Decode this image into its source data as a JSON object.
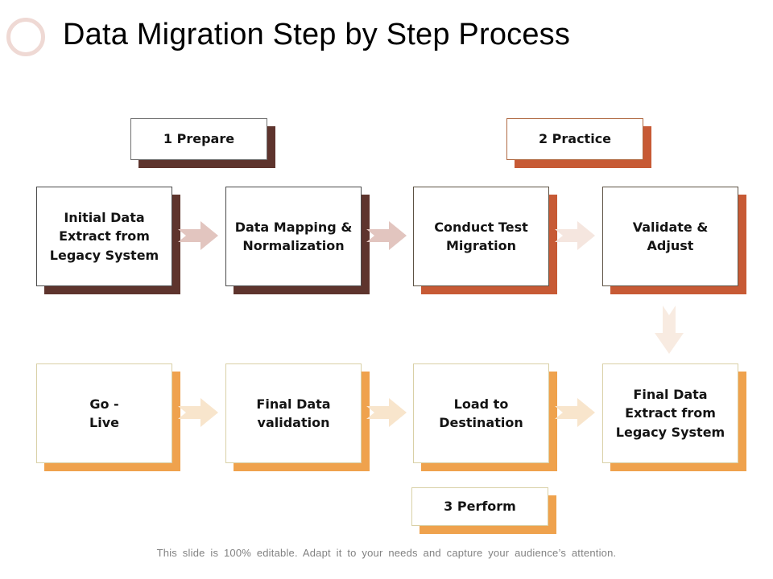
{
  "title": "Data Migration Step by Step Process",
  "header_icon": "ring-icon",
  "stages": {
    "prepare": "1 Prepare",
    "practice": "2 Practice",
    "perform": "3 Perform"
  },
  "boxes": {
    "row1": [
      "Initial Data\nExtract from\nLegacy System",
      "Data Mapping &\nNormalization",
      "Conduct Test\nMigration",
      "Validate &\nAdjust"
    ],
    "row2": [
      "Go -\nLive",
      "Final Data\nvalidation",
      "Load to\nDestination",
      "Final Data\nExtract from\nLegacy System"
    ]
  },
  "footer": "This slide is 100% editable. Adapt it to your needs and capture your audience’s attention.",
  "colors": {
    "maroon_shadow": "#5e342d",
    "rust_shadow": "#c75a35",
    "orange_shadow": "#efa24d",
    "arrow_pink": "#e2c5bf",
    "arrow_light_pink": "#f5e6df",
    "arrow_cream": "#f8ebe1",
    "arrow_peach": "#f8e5cc",
    "ring": "#efd9d4",
    "footer_text": "#828282"
  }
}
